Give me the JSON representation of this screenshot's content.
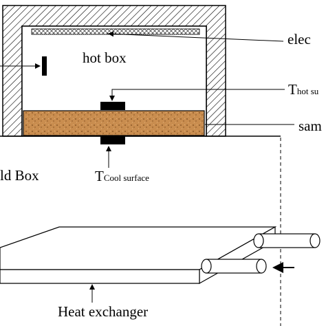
{
  "labels": {
    "hot_box": "hot box",
    "electric": "elec",
    "t_hot_main": "T",
    "t_hot_sub": "hot su",
    "sample": "sam",
    "cold_box": "ld Box",
    "t_cool_main": "T",
    "t_cool_sub": "Cool surface",
    "heat_exchanger": "Heat exchanger"
  },
  "colors": {
    "hatch": "#000000",
    "sample_fill": "#c98d4f",
    "sample_speckle": "#7a4a1c",
    "sensor": "#000000"
  },
  "icons": [
    "arrow-icon",
    "hatch-pattern"
  ]
}
